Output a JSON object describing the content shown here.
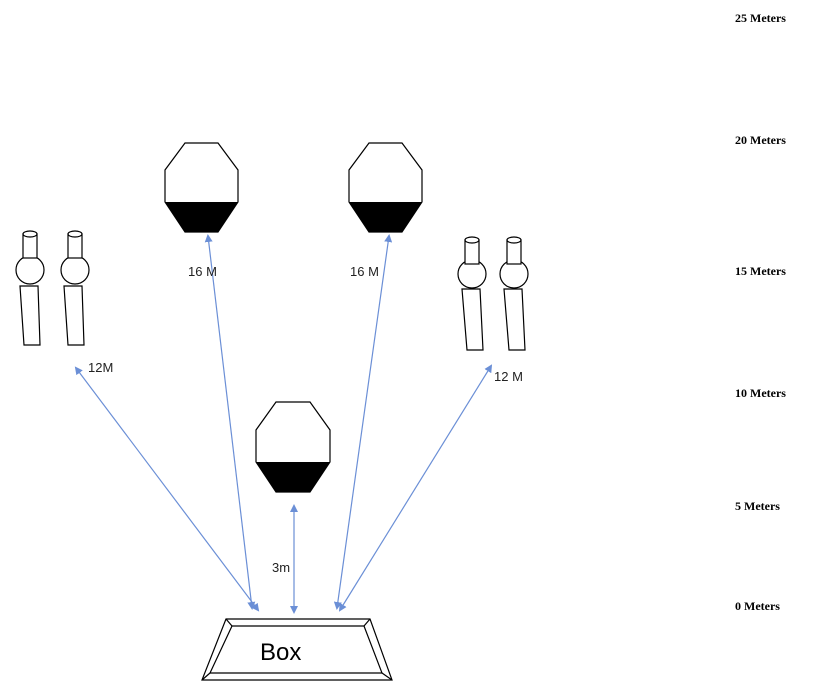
{
  "scale_labels": [
    "25 Meters",
    "20 Meters",
    "15 Meters",
    "10 Meters",
    "5 Meters",
    "0 Meters"
  ],
  "distance_labels": {
    "left_poppers": "12M",
    "left_steel": "16 M",
    "right_steel": "16 M",
    "right_poppers": "12 M",
    "center_steel": "3m"
  },
  "box_label": "Box",
  "colors": {
    "arrow": "#6b8fd6",
    "line": "#000000",
    "fill": "#000000"
  }
}
